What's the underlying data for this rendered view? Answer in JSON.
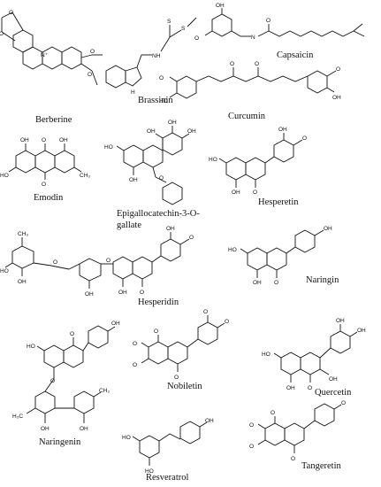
{
  "compounds": [
    {
      "id": "berberine",
      "name": "Berberine"
    },
    {
      "id": "brassinin",
      "name": "Brassinin"
    },
    {
      "id": "capsaicin",
      "name": "Capsaicin"
    },
    {
      "id": "curcumin",
      "name": "Curcumin"
    },
    {
      "id": "emodin",
      "name": "Emodin"
    },
    {
      "id": "egcg",
      "name_line1": "Epigallocatechin-3-O-",
      "name_line2": "gallate"
    },
    {
      "id": "hesperetin",
      "name": "Hesperetin"
    },
    {
      "id": "hesperidin",
      "name": "Hesperidin"
    },
    {
      "id": "naringin",
      "name": "Naringin"
    },
    {
      "id": "naringenin",
      "name": "Naringenin"
    },
    {
      "id": "nobiletin",
      "name": "Nobiletin"
    },
    {
      "id": "quercetin",
      "name": "Quercetin"
    },
    {
      "id": "resveratrol",
      "name": "Resveratrol"
    },
    {
      "id": "tangeretin",
      "name": "Tangeretin"
    }
  ],
  "atoms": {
    "oh": "OH",
    "ho": "HO",
    "o": "O",
    "s": "S",
    "n": "N",
    "nh": "NH",
    "h": "H",
    "och3": "O",
    "ch3": "CH₃",
    "h3c": "H₃C",
    "nplus": "N⁺"
  }
}
